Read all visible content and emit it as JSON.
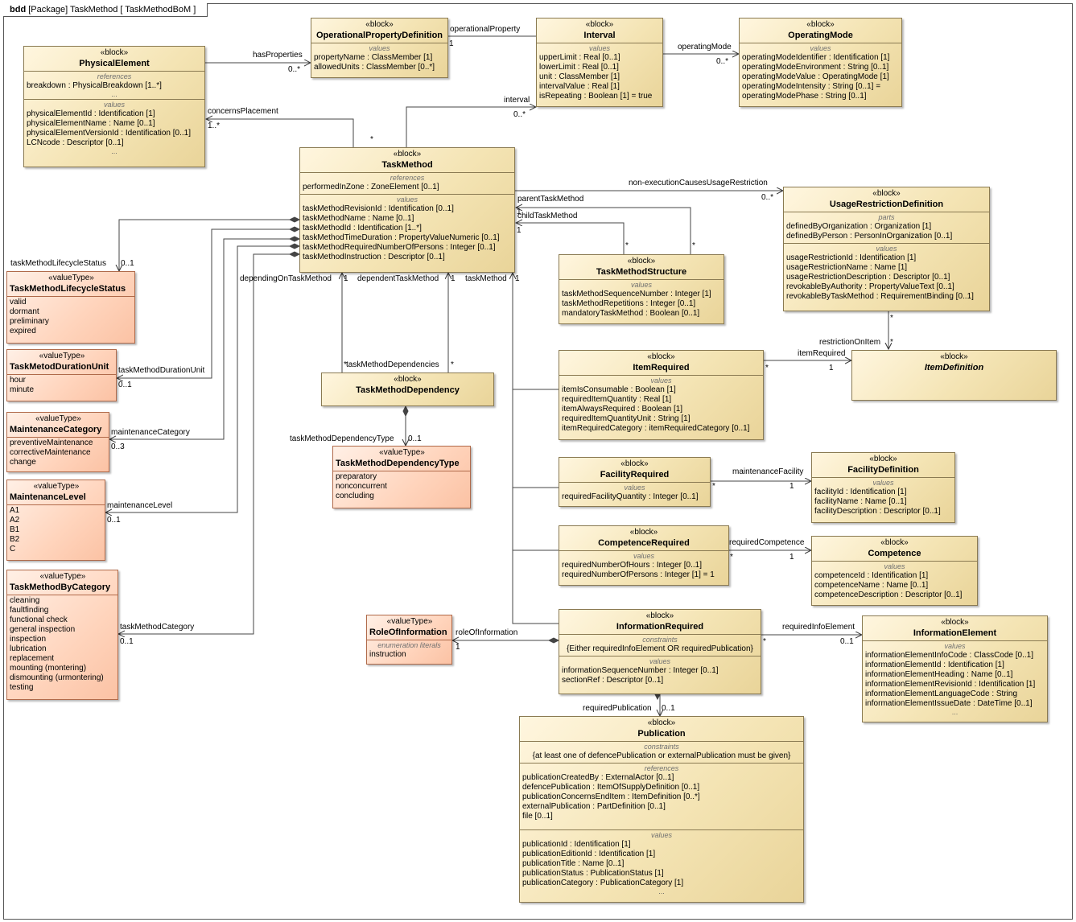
{
  "frame": {
    "kind": "bdd",
    "title": "[Package] TaskMethod [ TaskMethodBoM ]"
  },
  "blocks": {
    "PhysicalElement": {
      "stereo": "«block»",
      "name": "PhysicalElement",
      "references_title": "references",
      "references": [
        "breakdown : PhysicalBreakdown [1..*]"
      ],
      "values_title": "values",
      "values": [
        "physicalElementId : Identification [1]",
        "physicalElementName : Name [0..1]",
        "physicalElementVersionId : Identification [0..1]",
        "LCNcode : Descriptor [0..1]"
      ],
      "ellipsis": "..."
    },
    "OperationalPropertyDefinition": {
      "stereo": "«block»",
      "name": "OperationalPropertyDefinition",
      "values_title": "values",
      "values": [
        "propertyName : ClassMember [1]",
        "allowedUnits : ClassMember [0..*]"
      ]
    },
    "Interval": {
      "stereo": "«block»",
      "name": "Interval",
      "values_title": "values",
      "values": [
        "upperLimit : Real [0..1]",
        "lowerLimit : Real [0..1]",
        "unit : ClassMember [1]",
        "intervalValue : Real [1]",
        "isRepeating : Boolean [1] = true"
      ]
    },
    "OperatingMode": {
      "stereo": "«block»",
      "name": "OperatingMode",
      "values_title": "values",
      "values": [
        "operatingModeIdentifier : Identification [1]",
        "operatingModeEnvironment : String [0..1]",
        "operatingModeValue : OperatingMode [1]",
        "operatingModeIntensity : String [0..1] =",
        "operatingModePhase : String [0..1]"
      ]
    },
    "TaskMethod": {
      "stereo": "«block»",
      "name": "TaskMethod",
      "references_title": "references",
      "references": [
        "performedInZone : ZoneElement [0..1]"
      ],
      "values_title": "values",
      "values": [
        "taskMethodRevisionId : Identification [0..1]",
        "taskMethodName : Name [0..1]",
        "taskMethodId : Identification [1..*]",
        "taskMethodTimeDuration : PropertyValueNumeric [0..1]",
        "taskMethodRequiredNumberOfPersons : Integer [0..1]",
        "taskMethodInstruction : Descriptor [0..1]"
      ]
    },
    "UsageRestrictionDefinition": {
      "stereo": "«block»",
      "name": "UsageRestrictionDefinition",
      "parts_title": "parts",
      "parts": [
        "definedByOrganization : Organization [1]",
        "definedByPerson : PersonInOrganization [0..1]"
      ],
      "values_title": "values",
      "values": [
        "usageRestrictionId : Identification [1]",
        "usageRestrictionName : Name [1]",
        "usageRestrictionDescription : Descriptor [0..1]",
        "revokableByAuthority : PropertyValueText [0..1]",
        "revokableByTaskMethod : RequirementBinding [0..1]"
      ]
    },
    "TaskMethodStructure": {
      "stereo": "«block»",
      "name": "TaskMethodStructure",
      "values_title": "values",
      "values": [
        "taskMethodSequenceNumber : Integer [1]",
        "taskMethodRepetitions : Integer [0..1]",
        "mandatoryTaskMethod : Boolean [0..1]"
      ]
    },
    "TaskMethodDependency": {
      "stereo": "«block»",
      "name": "TaskMethodDependency"
    },
    "ItemRequired": {
      "stereo": "«block»",
      "name": "ItemRequired",
      "values_title": "values",
      "values": [
        "itemIsConsumable : Boolean [1]",
        "requiredItemQuantity : Real [1]",
        "itemAlwaysRequired : Boolean [1]",
        "requiredItemQuantityUnit : String [1]",
        "itemRequiredCategory : itemRequiredCategory [0..1]"
      ]
    },
    "ItemDefinition": {
      "stereo": "«block»",
      "name": "ItemDefinition"
    },
    "FacilityRequired": {
      "stereo": "«block»",
      "name": "FacilityRequired",
      "values_title": "values",
      "values": [
        "requiredFacilityQuantity : Integer [0..1]"
      ]
    },
    "FacilityDefinition": {
      "stereo": "«block»",
      "name": "FacilityDefinition",
      "values_title": "values",
      "values": [
        "facilityId : Identification [1]",
        "facilityName : Name [0..1]",
        "facilityDescription : Descriptor [0..1]"
      ]
    },
    "CompetenceRequired": {
      "stereo": "«block»",
      "name": "CompetenceRequired",
      "values_title": "values",
      "values": [
        "requiredNumberOfHours : Integer [0..1]",
        "requiredNumberOfPersons : Integer [1] = 1"
      ]
    },
    "Competence": {
      "stereo": "«block»",
      "name": "Competence",
      "values_title": "values",
      "values": [
        "competenceId : Identification [1]",
        "competenceName : Name [0..1]",
        "competenceDescription : Descriptor [0..1]"
      ]
    },
    "InformationRequired": {
      "stereo": "«block»",
      "name": "InformationRequired",
      "constraints_title": "constraints",
      "constraints": [
        "{Either requiredInfoElement OR requiredPublication}"
      ],
      "values_title": "values",
      "values": [
        "informationSequenceNumber : Integer [0..1]",
        "sectionRef : Descriptor [0..1]"
      ]
    },
    "InformationElement": {
      "stereo": "«block»",
      "name": "InformationElement",
      "values_title": "values",
      "values": [
        "informationElementInfoCode : ClassCode [0..1]",
        "informationElementId : Identification [1]",
        "informationElementHeading : Name [0..1]",
        "informationElementRevisionId : Identification [1]",
        "informationElementLanguageCode : String",
        "informationElementIssueDate : DateTime [0..1]"
      ],
      "ellipsis": "..."
    },
    "Publication": {
      "stereo": "«block»",
      "name": "Publication",
      "constraints_title": "constraints",
      "constraints": [
        "{at least one of defencePublication or externalPublication must be given}"
      ],
      "references_title": "references",
      "references": [
        "publicationCreatedBy : ExternalActor [0..1]",
        "defencePublication : ItemOfSupplyDefinition [0..1]",
        "publicationConcernsEndItem : ItemDefinition [0..*]",
        "externalPublication : PartDefinition [0..1]",
        "file [0..1]"
      ],
      "values_title": "values",
      "values": [
        "publicationId : Identification [1]",
        "publicationEditionId : Identification [1]",
        "publicationTitle : Name [0..1]",
        "publicationStatus : PublicationStatus [1]",
        "publicationCategory : PublicationCategory [1]"
      ],
      "ellipsis": "..."
    }
  },
  "value_types": {
    "TaskMethodLifecycleStatus": {
      "stereo": "«valueType»",
      "name": "TaskMethodLifecycleStatus",
      "literals": [
        "valid",
        "dormant",
        "preliminary",
        "expired"
      ]
    },
    "TaskMetodDurationUnit": {
      "stereo": "«valueType»",
      "name": "TaskMetodDurationUnit",
      "literals": [
        "hour",
        "minute"
      ]
    },
    "MaintenanceCategory": {
      "stereo": "«valueType»",
      "name": "MaintenanceCategory",
      "literals": [
        "preventiveMaintenance",
        "correctiveMaintenance",
        "change"
      ]
    },
    "MaintenanceLevel": {
      "stereo": "«valueType»",
      "name": "MaintenanceLevel",
      "literals": [
        "A1",
        "A2",
        "B1",
        "B2",
        "C"
      ]
    },
    "TaskMethodByCategory": {
      "stereo": "«valueType»",
      "name": "TaskMethodByCategory",
      "literals": [
        "cleaning",
        "faultfinding",
        "functional check",
        "general inspection",
        "inspection",
        "lubrication",
        "replacement",
        "mounting (montering)",
        "dismounting (urmontering)",
        "testing"
      ]
    },
    "TaskMethodDependencyType": {
      "stereo": "«valueType»",
      "name": "TaskMethodDependencyType",
      "literals": [
        "preparatory",
        "nonconcurrent",
        "concluding"
      ]
    },
    "RoleOfInformation": {
      "stereo": "«valueType»",
      "name": "RoleOfInformation",
      "literals_title": "enumeration literals",
      "literals": [
        "instruction"
      ]
    }
  },
  "labels": [
    "hasProperties",
    "0..*",
    "operationalProperty",
    "1",
    "operatingMode",
    "0..*",
    "interval",
    "0..*",
    "concernsPlacement",
    "1..*",
    "*",
    "non-execution​CausesUsageRestriction",
    "0..*",
    "parentTaskMethod",
    "1",
    "childTaskMethod",
    "1",
    "*",
    "*",
    "taskMethodLifecycleStatus",
    "0..1",
    "taskMethodDurationUnit",
    "0..1",
    "maintenanceCategory",
    "0..3",
    "maintenanceLevel",
    "0..1",
    "taskMethodCategory",
    "0..1",
    "dependingOnTaskMethod",
    "1",
    "dependentTaskMethod",
    "1",
    "taskMethod",
    "1",
    "*",
    "taskMethodDependencies",
    "*",
    "taskMethodDependencyType",
    "0..1",
    "restrictionOnItem",
    "*",
    "itemRequired",
    "*",
    "1",
    "*",
    "maintenanceFacility",
    "*",
    "1",
    "requiredCompetence",
    "*",
    "1",
    "roleOfInformation",
    "1",
    "requiredInfoElement",
    "*",
    "0..1",
    "requiredPublication",
    "0..1"
  ]
}
